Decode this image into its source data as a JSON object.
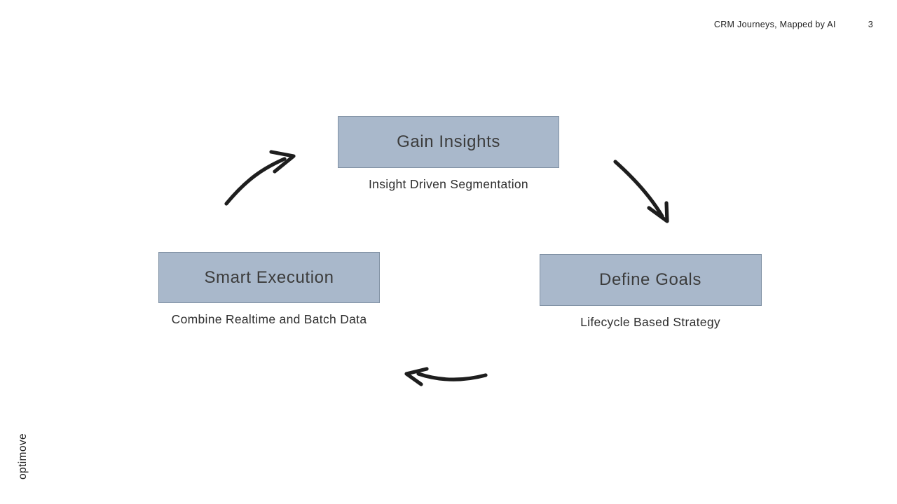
{
  "header": {
    "title": "CRM Journeys, Mapped by AI",
    "page_number": "3"
  },
  "logo": {
    "text": "optimove"
  },
  "colors": {
    "box_fill": "#a9b8cb",
    "box_border": "#8091a4",
    "title_text": "#3c3c3c",
    "subtitle_text": "#2e2e2e",
    "header_text": "#1f1f1f",
    "arrow": "#1e1e1e",
    "background": "#ffffff"
  },
  "diagram": {
    "type": "cycle",
    "steps": [
      {
        "position": "top",
        "title": "Gain Insights",
        "subtitle": "Insight Driven Segmentation"
      },
      {
        "position": "right",
        "title": "Define Goals",
        "subtitle": "Lifecycle Based Strategy"
      },
      {
        "position": "left",
        "title": "Smart Execution",
        "subtitle": "Combine Realtime and Batch Data"
      }
    ],
    "arrows": [
      {
        "from": "Smart Execution",
        "to": "Gain Insights",
        "direction": "up-right"
      },
      {
        "from": "Gain Insights",
        "to": "Define Goals",
        "direction": "down-right"
      },
      {
        "from": "Define Goals",
        "to": "Smart Execution",
        "direction": "left"
      }
    ]
  }
}
